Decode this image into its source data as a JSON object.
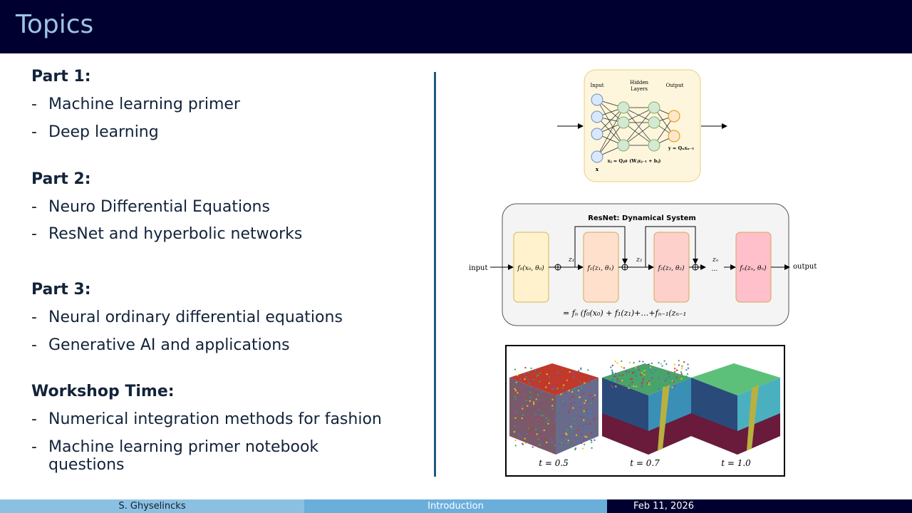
{
  "header": {
    "title": "Topics"
  },
  "sections": [
    {
      "heading": "Part 1:",
      "items": [
        "Machine learning primer",
        "Deep learning"
      ]
    },
    {
      "heading": "Part 2:",
      "items": [
        "Neuro Differential Equations",
        "ResNet and hyperbolic networks"
      ]
    },
    {
      "heading": "Part 3:",
      "items": [
        "Neural ordinary differential equations",
        "Generative AI and applications"
      ]
    },
    {
      "heading": "Workshop Time:",
      "items": [
        "Numerical integration methods for fashion",
        "Machine learning primer notebook",
        "questions"
      ]
    }
  ],
  "bullet": "-",
  "nn_figure": {
    "input": "Input",
    "hidden1": "Hidden",
    "hidden2": "Layers",
    "output": "Output",
    "x_label": "x",
    "eq_hidden": "xⱼ = Qⱼσ (Wⱼxⱼ₋₁ + bⱼ)",
    "eq_out": "y = Qₙxₙ₋₁"
  },
  "resnet_figure": {
    "title": "ResNet: Dynamical System",
    "input": "input",
    "output": "output",
    "f0": "f₀(x₀, θ₀)",
    "f1": "f₁(z₁, θ₁)",
    "f2": "f₂(z₂, θ₂)",
    "fn": "fₙ(zₙ, θₙ)",
    "z1": "z₁",
    "z2": "z₂",
    "zn": "zₙ",
    "dots": "…",
    "eq": "= fₙ (f₀(x₀) + f₁(z₁)+…+fₙ₋₁(zₙ₋₁"
  },
  "cubes_figure": {
    "labels": [
      "t = 0.5",
      "t = 0.7",
      "t = 1.0"
    ]
  },
  "footer": {
    "author": "S. Ghyselincks",
    "section": "Introduction",
    "date": "Feb 11, 2026"
  }
}
